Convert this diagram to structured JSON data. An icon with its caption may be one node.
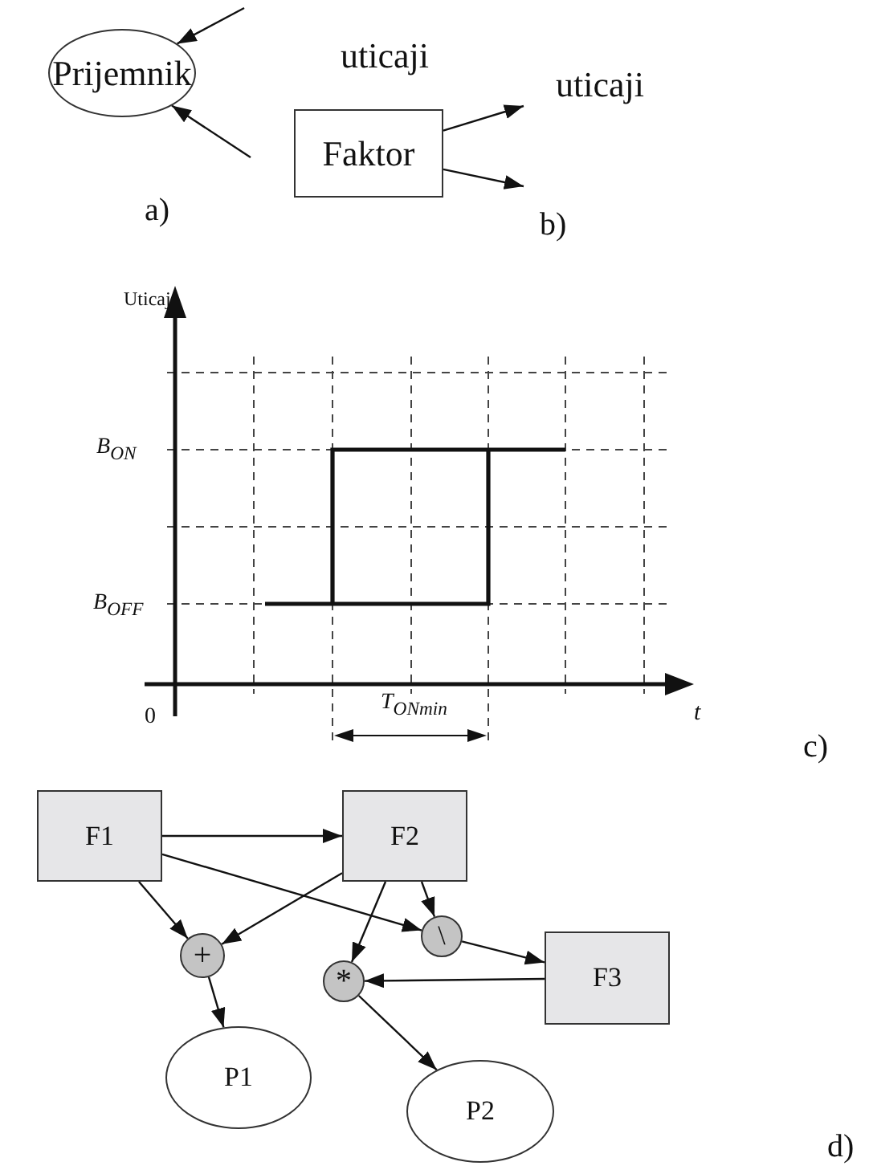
{
  "diagram": {
    "nodes": [
      {
        "text": [
          "Prijemnik"
        ]
      },
      {
        "text": [
          "Faktor"
        ]
      },
      {
        "text": [
          "F1"
        ]
      },
      {
        "text": [
          "F2"
        ]
      },
      {
        "text": [
          "+"
        ]
      },
      {
        "text": [
          "\\"
        ]
      },
      {
        "text": [
          "*"
        ]
      },
      {
        "text": [
          "F3"
        ]
      },
      {
        "text": [
          "P1"
        ]
      },
      {
        "text": [
          "P2"
        ]
      }
    ],
    "edges": [
      {
        "from": null,
        "to": 0,
        "arrow": "to"
      },
      {
        "from": null,
        "to": 0,
        "arrow": "to"
      },
      {
        "from": 1,
        "to": null,
        "arrow": "to"
      },
      {
        "from": 1,
        "to": null,
        "arrow": "to"
      },
      {
        "from": 2,
        "to": 3,
        "arrow": "to"
      },
      {
        "from": 2,
        "to": 5,
        "arrow": "to"
      },
      {
        "from": 2,
        "to": 4,
        "arrow": "to"
      },
      {
        "from": 3,
        "to": 4,
        "arrow": "to"
      },
      {
        "from": 3,
        "to": 5,
        "arrow": "to"
      },
      {
        "from": 3,
        "to": 6,
        "arrow": "to"
      },
      {
        "from": 5,
        "to": 7,
        "arrow": "to"
      },
      {
        "from": 7,
        "to": 6,
        "arrow": "to"
      },
      {
        "from": 4,
        "to": 8,
        "arrow": "to"
      },
      {
        "from": 6,
        "to": 9,
        "arrow": "to"
      }
    ],
    "labels": [
      "uticaji",
      "uticaji",
      "a)",
      "b)",
      "Uticaj",
      "B$_{ON}$",
      "B$_{OFF}$",
      "0",
      "T$_{ONmin}$",
      "t",
      "c)",
      "d)"
    ]
  }
}
